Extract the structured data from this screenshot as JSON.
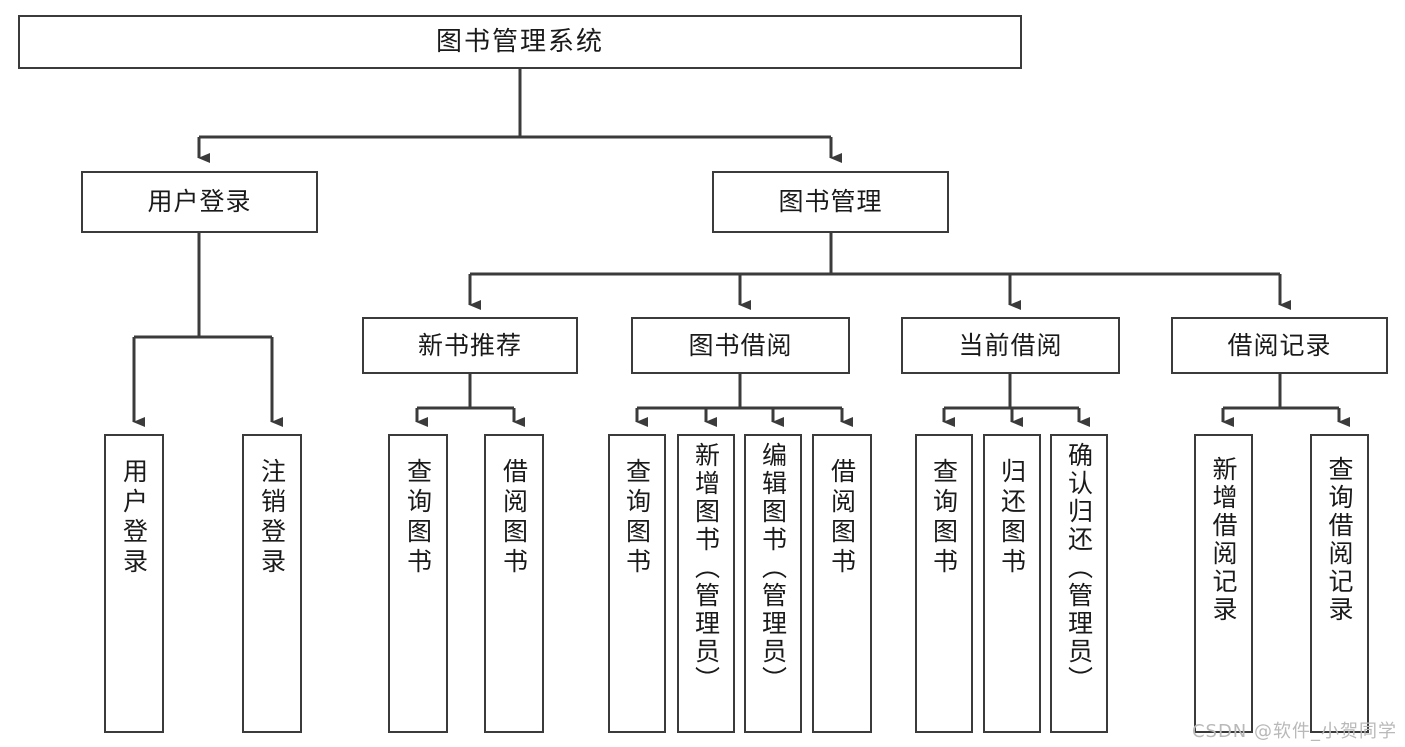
{
  "diagram": {
    "title": "图书管理系统",
    "type": "功能结构图",
    "watermark": "CSDN @软件_小贺同学",
    "colors": {
      "box_border": "#3b3b3b",
      "box_fill": "#ffffff",
      "connector": "#3b3b3b",
      "text": "#1a1a1a",
      "watermark": "#b9b9b9",
      "background": "#ffffff"
    }
  },
  "nodes": {
    "root": {
      "label": "图书管理系统"
    },
    "level2": [
      {
        "id": "user-login",
        "label": "用户登录"
      },
      {
        "id": "book-manage",
        "label": "图书管理"
      }
    ],
    "level3": [
      {
        "id": "new-book-recommend",
        "label": "新书推荐"
      },
      {
        "id": "book-borrow",
        "label": "图书借阅"
      },
      {
        "id": "current-borrow",
        "label": "当前借阅"
      },
      {
        "id": "borrow-record",
        "label": "借阅记录"
      }
    ],
    "leaves": [
      {
        "id": "leaf-user-login",
        "label": "用户登录",
        "parent": "user-login"
      },
      {
        "id": "leaf-logout",
        "label": "注销登录",
        "parent": "user-login"
      },
      {
        "id": "leaf-query-book-1",
        "label": "查询图书",
        "parent": "new-book-recommend"
      },
      {
        "id": "leaf-borrow-book-1",
        "label": "借阅图书",
        "parent": "new-book-recommend"
      },
      {
        "id": "leaf-query-book-2",
        "label": "查询图书",
        "parent": "book-borrow"
      },
      {
        "id": "leaf-add-book",
        "label": "新增图书（管理员）",
        "parent": "book-borrow"
      },
      {
        "id": "leaf-edit-book",
        "label": "编辑图书（管理员）",
        "parent": "book-borrow"
      },
      {
        "id": "leaf-borrow-book-2",
        "label": "借阅图书",
        "parent": "book-borrow"
      },
      {
        "id": "leaf-query-book-3",
        "label": "查询图书",
        "parent": "current-borrow"
      },
      {
        "id": "leaf-return-book",
        "label": "归还图书",
        "parent": "current-borrow"
      },
      {
        "id": "leaf-confirm-return",
        "label": "确认归还（管理员）",
        "parent": "current-borrow"
      },
      {
        "id": "leaf-add-record",
        "label": "新增借阅记录",
        "parent": "borrow-record"
      },
      {
        "id": "leaf-query-record",
        "label": "查询借阅记录",
        "parent": "borrow-record"
      }
    ]
  }
}
